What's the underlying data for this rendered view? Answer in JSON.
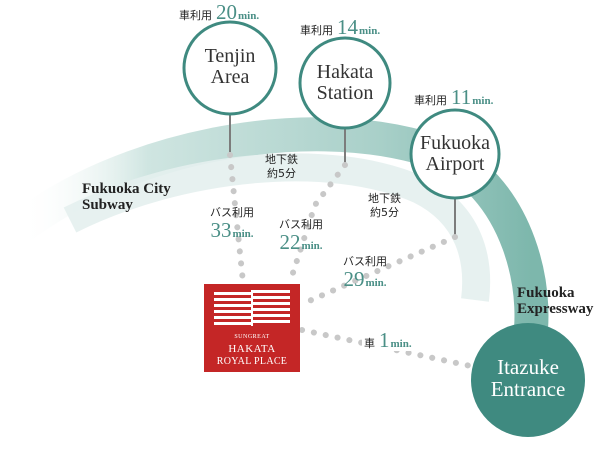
{
  "destinations": {
    "tenjin": {
      "name_line1": "Tenjin",
      "name_line2": "Area",
      "mode": "車利用",
      "minutes": "20",
      "unit": "min."
    },
    "hakata": {
      "name_line1": "Hakata",
      "name_line2": "Station",
      "mode": "車利用",
      "minutes": "14",
      "unit": "min."
    },
    "airport": {
      "name_line1": "Fukuoka",
      "name_line2": "Airport",
      "mode": "車利用",
      "minutes": "11",
      "unit": "min."
    },
    "itazuke": {
      "name_line1": "Itazuke",
      "name_line2": "Entrance"
    }
  },
  "routes": {
    "subway": {
      "line1": "Fukuoka City",
      "line2": "Subway"
    },
    "expressway": {
      "line1": "Fukuoka",
      "line2": "Expressway"
    }
  },
  "subway_times": {
    "tenjin_hakata": {
      "line1": "地下鉄",
      "line2": "約5分"
    },
    "hakata_airport": {
      "line1": "地下鉄",
      "line2": "約5分"
    }
  },
  "bus_times": {
    "to_tenjin": {
      "mode": "バス利用",
      "minutes": "33",
      "unit": "min."
    },
    "to_hakata": {
      "mode": "バス利用",
      "minutes": "22",
      "unit": "min."
    },
    "to_airport": {
      "mode": "バス利用",
      "minutes": "29",
      "unit": "min."
    }
  },
  "car_to_itazuke": {
    "mode": "車",
    "minutes": "1",
    "unit": "min."
  },
  "hotel": {
    "brand": "SUNGREAT",
    "line1": "HAKATA",
    "line2": "ROYAL PLACE"
  },
  "colors": {
    "teal": "#4a8f86",
    "teal_dark": "#3f8a80",
    "hotel_red": "#c42626",
    "dots": "#c8c8c8"
  }
}
